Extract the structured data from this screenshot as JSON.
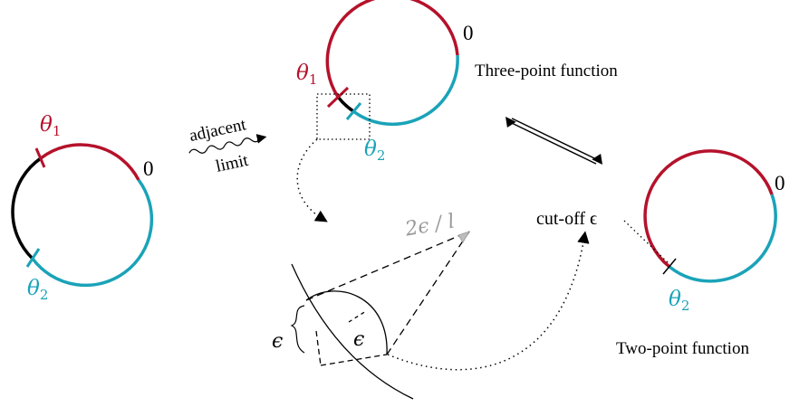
{
  "colors": {
    "red": "#b5122b",
    "teal": "#1aa3b8",
    "black": "#000000",
    "gray": "#999999"
  },
  "left_circle": {
    "theta1_label": "θ",
    "theta1_sub": "1",
    "theta2_label": "θ",
    "theta2_sub": "2",
    "zero_label": "0"
  },
  "arrow_adjacent": {
    "line1": "adjacent",
    "line2": "limit"
  },
  "three_point": {
    "theta1_label": "θ",
    "theta1_sub": "1",
    "theta2_label": "θ",
    "theta2_sub": "2",
    "zero_label": "0",
    "caption": "Three-point function"
  },
  "zoom_inset": {
    "angle_label": "2ϵ / l",
    "epsilon_label_left": "ϵ",
    "epsilon_label_inner": "ϵ"
  },
  "two_point": {
    "cutoff_label": "cut-off ϵ",
    "theta2_label": "θ",
    "theta2_sub": "2",
    "zero_label": "0",
    "caption": "Two-point function"
  }
}
